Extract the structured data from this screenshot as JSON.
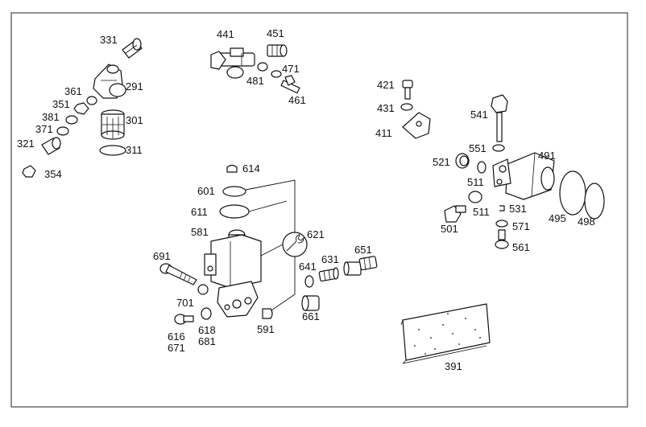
{
  "labels": {
    "p331": "331",
    "p291": "291",
    "p361": "361",
    "p351": "351",
    "p381": "381",
    "p371": "371",
    "p321": "321",
    "p354": "354",
    "p301": "301",
    "p311": "311",
    "p441": "441",
    "p451": "451",
    "p481": "481",
    "p471": "471",
    "p461": "461",
    "p421": "421",
    "p431": "431",
    "p411": "411",
    "p541": "541",
    "p551": "551",
    "p491": "491",
    "p521": "521",
    "p511a": "511",
    "p511b": "511",
    "p531": "531",
    "p501": "501",
    "p571": "571",
    "p561": "561",
    "p495": "495",
    "p498": "498",
    "p614": "614",
    "p601": "601",
    "p611": "611",
    "p581": "581",
    "p621": "621",
    "p651": "651",
    "p631": "631",
    "p641": "641",
    "p691": "691",
    "p701": "701",
    "p661": "661",
    "p591": "591",
    "p616": "616",
    "p671": "671",
    "p618": "618",
    "p681": "681",
    "p391": "391"
  }
}
